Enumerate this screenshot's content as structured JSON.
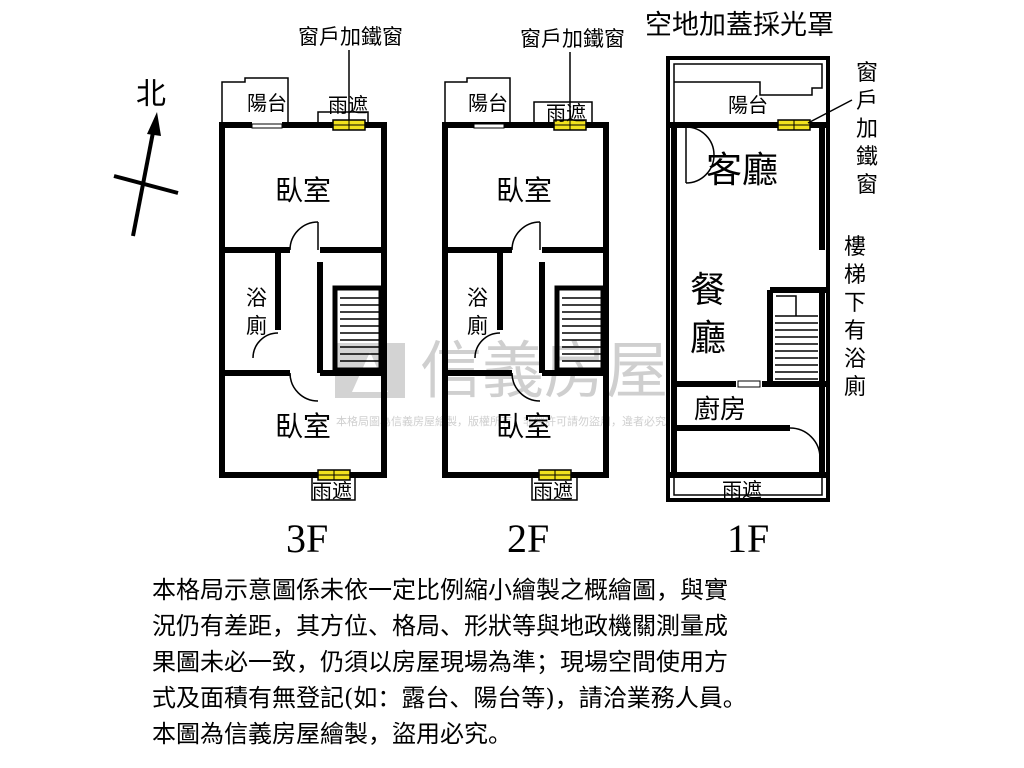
{
  "compass": {
    "label": "北"
  },
  "watermark": {
    "brand": "信義房屋",
    "notice": "本格局圖為信義房屋繪製，版權所有，非經許可請勿盜用，違者必究"
  },
  "floors": {
    "f3": {
      "label": "3F",
      "rooms": {
        "balcony": "陽台",
        "canopy_top": "雨遮",
        "bedroom_top": "臥室",
        "bath": "浴廁",
        "bedroom_bottom": "臥室",
        "canopy_bottom": "雨遮"
      },
      "window_note": "窗戶加鐵窗"
    },
    "f2": {
      "label": "2F",
      "rooms": {
        "balcony": "陽台",
        "canopy_top": "雨遮",
        "bedroom_top": "臥室",
        "bath": "浴廁",
        "bedroom_bottom": "臥室",
        "canopy_bottom": "雨遮"
      },
      "window_note": "窗戶加鐵窗"
    },
    "f1": {
      "label": "1F",
      "rooms": {
        "balcony": "陽台",
        "living": "客廳",
        "dining": "餐廳",
        "kitchen": "廚房",
        "canopy_bottom": "雨遮"
      },
      "skylight_note": "空地加蓋採光罩",
      "window_note": "窗戶加鐵窗",
      "stair_note": "樓梯下有浴廁"
    }
  },
  "disclaimer": [
    "本格局示意圖係未依一定比例縮小繪製之概繪圖，與實",
    "況仍有差距，其方位、格局、形狀等與地政機關測量成",
    "果圖未必一致，仍須以房屋現場為準；現場空間使用方",
    "式及面積有無登記(如：露台、陽台等)，請洽業務人員。",
    "本圖為信義房屋繪製，盜用必究。"
  ]
}
